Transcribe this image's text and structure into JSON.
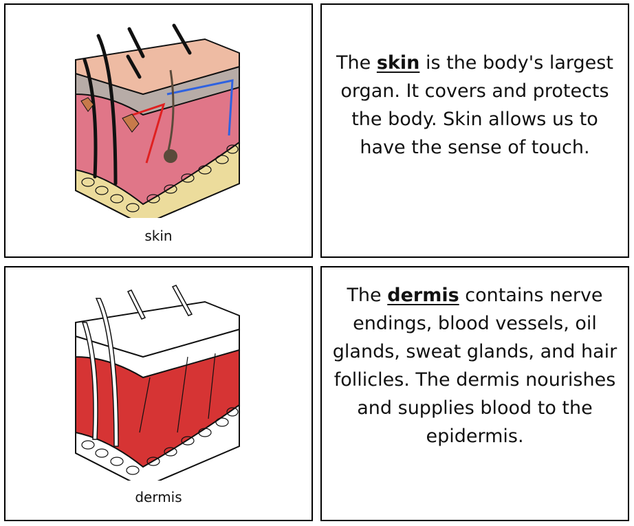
{
  "cards": [
    {
      "type": "picture",
      "label": "skin",
      "illustration": "skin-cross-section-color",
      "colors": {
        "epidermis": "#eebba3",
        "layer": "#b7aca7",
        "dermis": "#e07688",
        "fat": "#ecdc9c",
        "hair": "#111111",
        "vein": "#2f62e0",
        "artery": "#e02020"
      }
    },
    {
      "type": "definition",
      "pre": "The ",
      "term": "skin",
      "post": " is the body's largest organ. It covers and protects the body. Skin allows us to have the sense of touch."
    },
    {
      "type": "picture",
      "label": "dermis",
      "illustration": "skin-cross-section-dermis-highlighted",
      "colors": {
        "dermis": "#d63434",
        "outline": "#111111",
        "other": "#ffffff"
      }
    },
    {
      "type": "definition",
      "pre": "The ",
      "term": "dermis",
      "post": " contains nerve endings, blood vessels, oil glands, sweat glands, and hair follicles. The dermis nourishes and supplies blood to the epidermis."
    }
  ]
}
